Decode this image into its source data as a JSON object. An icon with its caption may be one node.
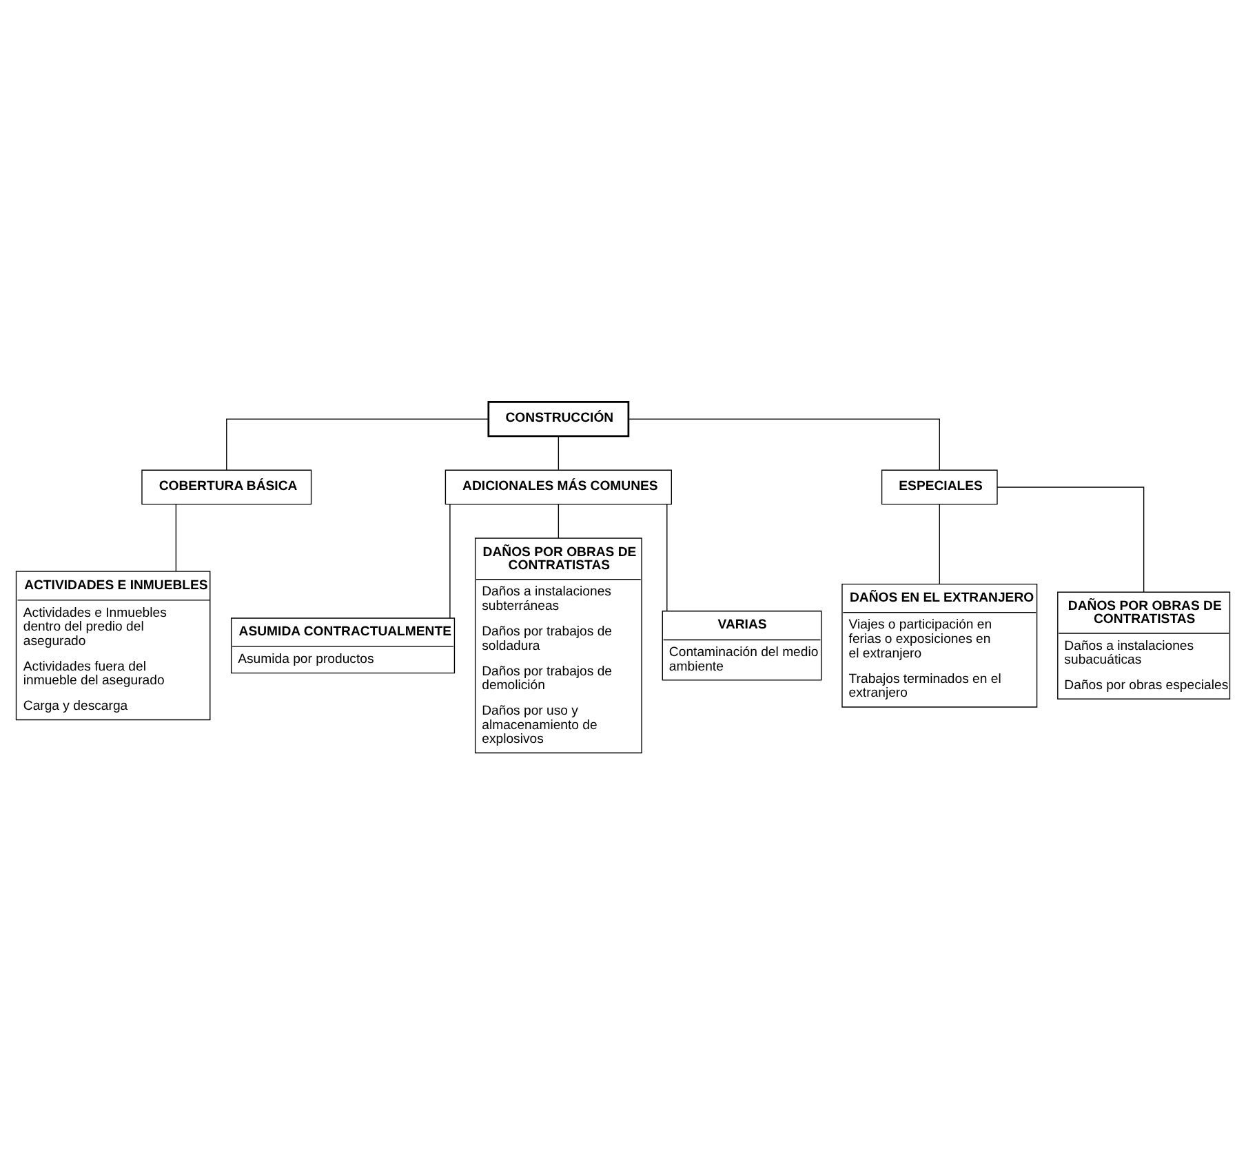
{
  "diagram": {
    "nodes": [
      {
        "text": [
          "CONSTRUCCIÓN"
        ]
      },
      {
        "text": [
          "COBERTURA BÁSICA"
        ]
      },
      {
        "text": [
          "ADICIONALES MÁS COMUNES"
        ]
      },
      {
        "text": [
          "ESPECIALES"
        ]
      },
      {
        "text": [
          "ACTIVIDADES E INMUEBLES",
          "Actividades e Inmuebles dentro del predio del asegurado",
          "Actividades fuera del inmueble del asegurado",
          "Carga y descarga"
        ]
      },
      {
        "text": [
          "ASUMIDA CONTRACTUALMENTE",
          "Asumida por productos"
        ]
      },
      {
        "text": [
          "DAÑOS POR OBRAS DE CONTRATISTAS",
          "Daños a instalaciones subterráneas",
          "Daños por trabajos de soldadura",
          "Daños por trabajos de demolición",
          "Daños por uso y almacenamiento de explosivos"
        ]
      },
      {
        "text": [
          "VARIAS",
          "Contaminación del medio ambiente"
        ]
      },
      {
        "text": [
          "DAÑOS EN EL EXTRANJERO",
          "Viajes o participación en ferias o exposiciones en el extranjero",
          "Trabajos terminados en el extranjero"
        ]
      },
      {
        "text": [
          "DAÑOS POR OBRAS DE CONTRATISTAS",
          "Daños a instalaciones subacuáticas",
          "Daños por obras especiales"
        ]
      }
    ],
    "edges": [
      {
        "from": 0,
        "to": 1,
        "arrow": "none"
      },
      {
        "from": 0,
        "to": 2,
        "arrow": "none"
      },
      {
        "from": 0,
        "to": 3,
        "arrow": "none"
      },
      {
        "from": 1,
        "to": 4,
        "arrow": "none"
      },
      {
        "from": 2,
        "to": 5,
        "arrow": "none"
      },
      {
        "from": 2,
        "to": 6,
        "arrow": "none"
      },
      {
        "from": 2,
        "to": 7,
        "arrow": "none"
      },
      {
        "from": 3,
        "to": 8,
        "arrow": "none"
      },
      {
        "from": 3,
        "to": 9,
        "arrow": "none"
      }
    ]
  }
}
